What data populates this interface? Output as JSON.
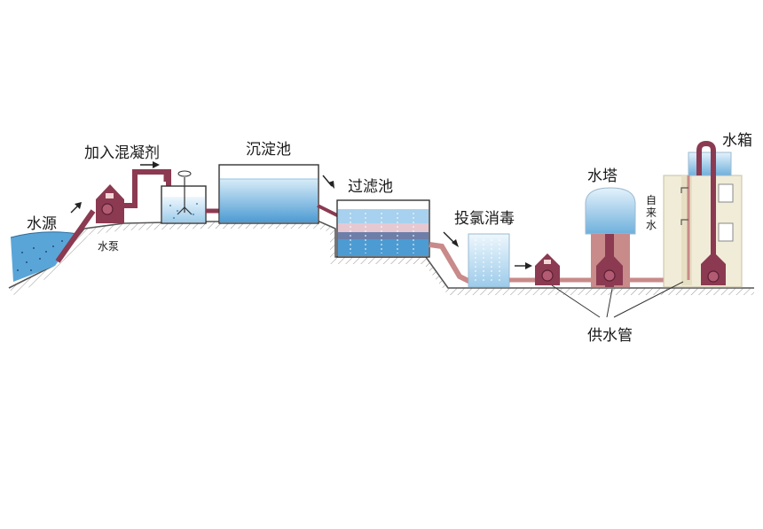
{
  "labels": {
    "source": "水源",
    "pump": "水泵",
    "coagulant": "加入混凝剂",
    "sedimentation": "沉淀池",
    "filter": "过滤池",
    "chlorine": "投氯消毒",
    "tower": "水塔",
    "tank": "水箱",
    "tap_water_1": "自",
    "tap_water_2": "来",
    "tap_water_3": "水",
    "supply_pipe": "供水管"
  },
  "colors": {
    "pipe": "#8b3a52",
    "pipe_light": "#c98a8a",
    "water": "#5aa5d8",
    "water_light": "#cfe7f5",
    "building": "#f1ecd8",
    "ground": "#555555"
  }
}
